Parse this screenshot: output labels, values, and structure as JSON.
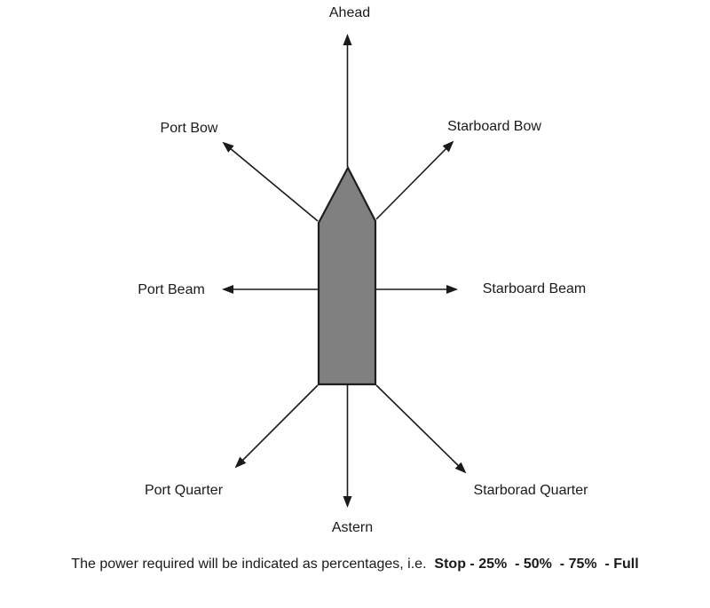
{
  "page": {
    "background": "#ffffff"
  },
  "diagram": {
    "ship": {
      "fill": "#808080",
      "stroke": "#1e1e1e"
    },
    "arrow_color": "#1a1a1a",
    "labels": {
      "ahead": "Ahead",
      "port_bow": "Port Bow",
      "starboard_bow": "Starboard Bow",
      "port_beam": "Port Beam",
      "starboard_beam": "Starboard Beam",
      "port_quarter": "Port Quarter",
      "starboard_quarter": "Starborad Quarter",
      "astern": "Astern"
    }
  },
  "caption": {
    "text_normal": "The power required will be indicated as percentages, i.e.  ",
    "text_bold": "Stop - 25%  - 50%  - 75%  - Full"
  }
}
